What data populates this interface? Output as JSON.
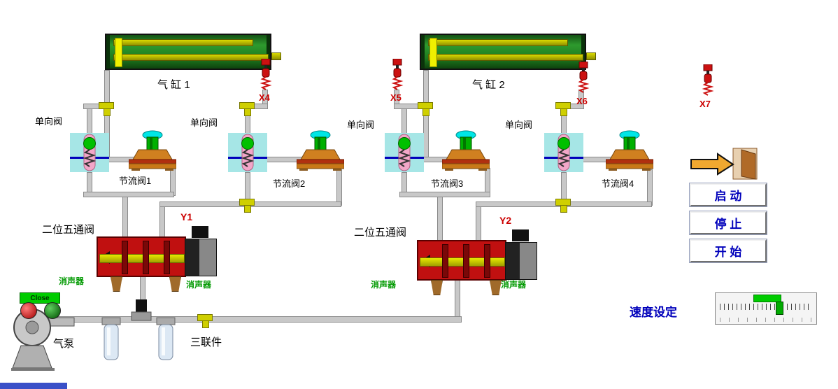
{
  "cylinders": [
    {
      "label": "气 缸 1"
    },
    {
      "label": "气 缸 2"
    }
  ],
  "sensors": {
    "x4": "X4",
    "x5": "X5",
    "x6": "X6",
    "x7": "X7"
  },
  "check_valve_label": "单向阀",
  "throttle_valves": [
    "节流阀1",
    "节流阀2",
    "节流阀3",
    "节流阀4"
  ],
  "directional_valve_label": "二位五通阀",
  "solenoids": {
    "y1": "Y1",
    "y2": "Y2"
  },
  "muffler_label": "消声器",
  "pump": {
    "label": "气泵",
    "status": "Close"
  },
  "frl_label": "三联件",
  "panel": {
    "start": "启 动",
    "stop": "停 止",
    "begin": "开 始"
  },
  "speed": {
    "label": "速度设定"
  },
  "colors": {
    "pipe": "#C8C8C8",
    "valve_red": "#C01010",
    "cylinder_green": "#1E7A1E",
    "accent_green": "#00CC00",
    "label_blue": "#0000BB",
    "label_red": "#CC0000",
    "label_green": "#009900"
  }
}
